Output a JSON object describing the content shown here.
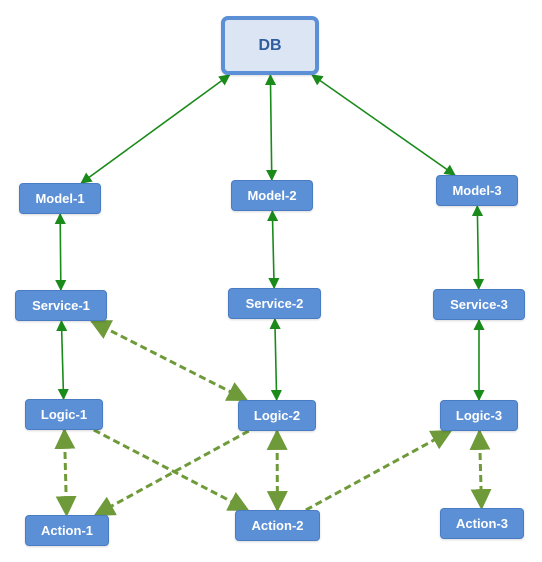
{
  "nodes": {
    "db": "DB",
    "model1": "Model-1",
    "model2": "Model-2",
    "model3": "Model-3",
    "service1": "Service-1",
    "service2": "Service-2",
    "service3": "Service-3",
    "logic1": "Logic-1",
    "logic2": "Logic-2",
    "logic3": "Logic-3",
    "action1": "Action-1",
    "action2": "Action-2",
    "action3": "Action-3"
  },
  "colors": {
    "node_fill": "#5b8fd6",
    "db_fill": "#dbe5f4",
    "solid_edge": "#1a8a1a",
    "dashed_edge": "#6f9a3a"
  },
  "edges": [
    {
      "from": "db",
      "to": "model1",
      "style": "solid",
      "direction": "both"
    },
    {
      "from": "db",
      "to": "model2",
      "style": "solid",
      "direction": "both"
    },
    {
      "from": "db",
      "to": "model3",
      "style": "solid",
      "direction": "both"
    },
    {
      "from": "model1",
      "to": "service1",
      "style": "solid",
      "direction": "both"
    },
    {
      "from": "model2",
      "to": "service2",
      "style": "solid",
      "direction": "both"
    },
    {
      "from": "model3",
      "to": "service3",
      "style": "solid",
      "direction": "both"
    },
    {
      "from": "service1",
      "to": "logic1",
      "style": "solid",
      "direction": "both"
    },
    {
      "from": "service2",
      "to": "logic2",
      "style": "solid",
      "direction": "both"
    },
    {
      "from": "service3",
      "to": "logic3",
      "style": "solid",
      "direction": "both"
    },
    {
      "from": "service1",
      "to": "logic2",
      "style": "dashed",
      "direction": "both"
    },
    {
      "from": "logic1",
      "to": "action1",
      "style": "dashed",
      "direction": "both"
    },
    {
      "from": "logic1",
      "to": "action2",
      "style": "dashed",
      "direction": "forward"
    },
    {
      "from": "logic2",
      "to": "action1",
      "style": "dashed",
      "direction": "forward"
    },
    {
      "from": "logic2",
      "to": "action2",
      "style": "dashed",
      "direction": "both"
    },
    {
      "from": "action2",
      "to": "logic3",
      "style": "dashed",
      "direction": "forward"
    },
    {
      "from": "logic3",
      "to": "action3",
      "style": "dashed",
      "direction": "both"
    }
  ]
}
